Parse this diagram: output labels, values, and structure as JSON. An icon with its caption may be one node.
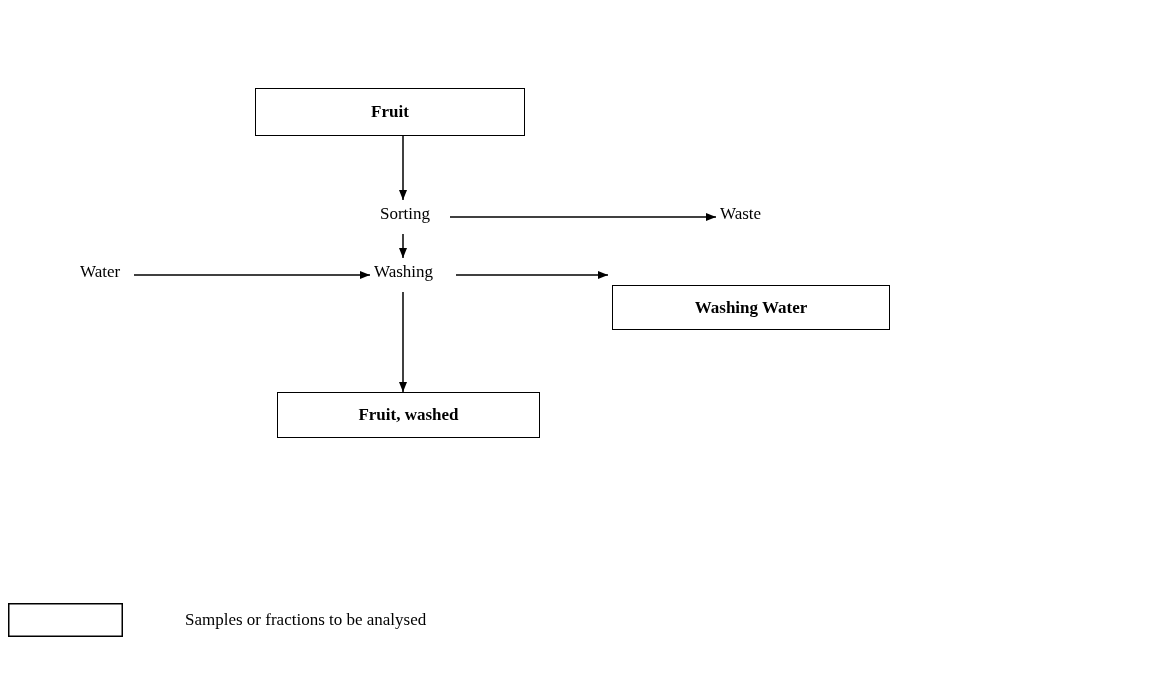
{
  "diagram": {
    "nodes": [
      {
        "text": [
          "Fruit"
        ]
      },
      {
        "text": [
          "Sorting"
        ]
      },
      {
        "text": [
          "Waste"
        ]
      },
      {
        "text": [
          "Water"
        ]
      },
      {
        "text": [
          "Washing"
        ]
      },
      {
        "text": [
          "Washing Water"
        ]
      },
      {
        "text": [
          "Fruit, washed"
        ]
      }
    ],
    "edges": [
      {
        "from": 0,
        "to": 1,
        "arrow": "to"
      },
      {
        "from": 1,
        "to": 2,
        "arrow": "to"
      },
      {
        "from": 1,
        "to": 4,
        "arrow": "to"
      },
      {
        "from": 3,
        "to": 4,
        "arrow": "to"
      },
      {
        "from": 4,
        "to": 5,
        "arrow": "to"
      },
      {
        "from": 4,
        "to": 6,
        "arrow": "to"
      }
    ],
    "legend": [
      {
        "text": "Samples or fractions to be analysed"
      }
    ]
  }
}
